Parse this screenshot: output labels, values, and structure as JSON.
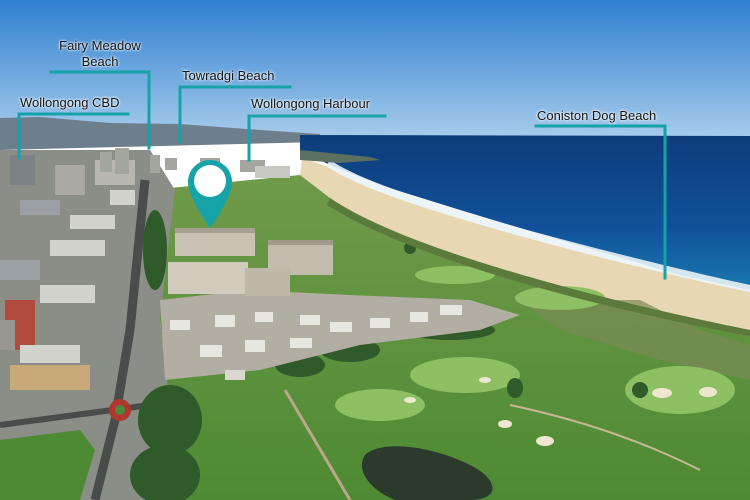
{
  "image": {
    "kind": "aerial photo",
    "accent_color": "#16a3a8",
    "pin_icon": "map-pin-icon"
  },
  "labels": {
    "fairy_meadow_line1": "Fairy Meadow",
    "fairy_meadow_line2": "Beach",
    "towradgi": "Towradgi Beach",
    "wollongong_cbd": "Wollongong CBD",
    "wollongong_harbour": "Wollongong Harbour",
    "coniston": "Coniston Dog Beach"
  }
}
